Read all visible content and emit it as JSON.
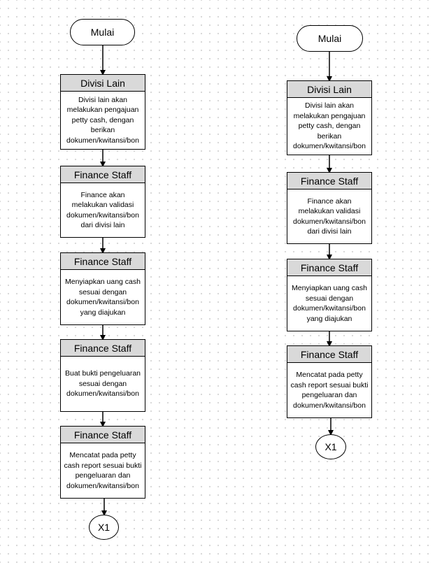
{
  "flowcharts": [
    {
      "start_label": "Mulai",
      "steps": [
        {
          "title": "Divisi Lain",
          "text": "Divisi lain akan melakukan pengajuan petty cash, dengan berikan dokumen/kwitansi/bon"
        },
        {
          "title": "Finance Staff",
          "text": "Finance akan melakukan validasi dokumen/kwitansi/bon dari divisi lain"
        },
        {
          "title": "Finance Staff",
          "text": "Menyiapkan uang cash sesuai dengan dokumen/kwitansi/bon yang diajukan"
        },
        {
          "title": "Finance Staff",
          "text": "Buat bukti pengeluaran sesuai dengan dokumen/kwitansi/bon"
        },
        {
          "title": "Finance Staff",
          "text": "Mencatat pada petty cash report sesuai bukti pengeluaran dan dokumen/kwitansi/bon"
        }
      ],
      "end_label": "X1"
    },
    {
      "start_label": "Mulai",
      "steps": [
        {
          "title": "Divisi Lain",
          "text": "Divisi lain akan melakukan pengajuan petty cash, dengan berikan dokumen/kwitansi/bon"
        },
        {
          "title": "Finance Staff",
          "text": "Finance akan melakukan validasi dokumen/kwitansi/bon dari divisi lain"
        },
        {
          "title": "Finance Staff",
          "text": "Menyiapkan uang cash sesuai dengan dokumen/kwitansi/bon yang diajukan"
        },
        {
          "title": "Finance Staff",
          "text": "Mencatat pada petty cash report sesuai bukti pengeluaran dan dokumen/kwitansi/bon"
        }
      ],
      "end_label": "X1"
    }
  ]
}
